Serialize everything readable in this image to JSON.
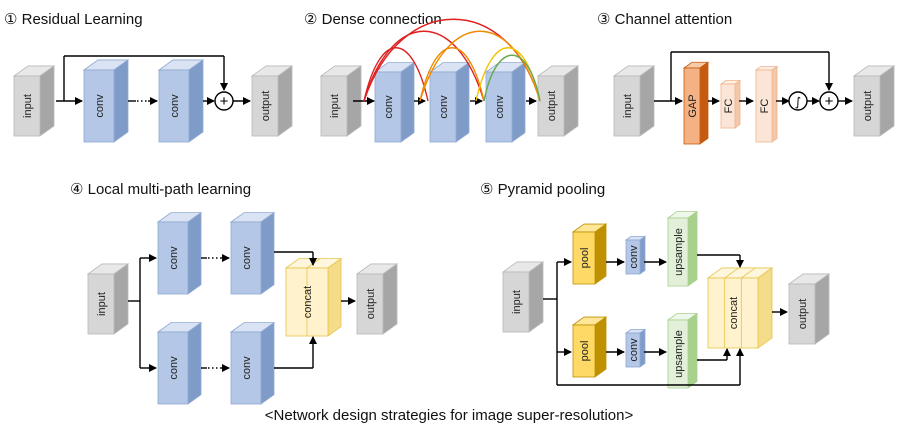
{
  "caption": "<Network design strategies for image super-resolution>",
  "panels": {
    "residual": {
      "title": "① Residual Learning",
      "labels": [
        "input",
        "conv",
        "conv",
        "output"
      ]
    },
    "dense": {
      "title": "② Dense connection",
      "labels": [
        "input",
        "conv",
        "conv",
        "conv",
        "output"
      ]
    },
    "channel": {
      "title": "③ Channel attention",
      "labels": [
        "input",
        "GAP",
        "FC",
        "FC",
        "output"
      ]
    },
    "multipath": {
      "title": "④ Local multi-path learning",
      "labels": [
        "input",
        "conv",
        "conv",
        "conv",
        "conv",
        "concat",
        "output"
      ]
    },
    "pyramid": {
      "title": "⑤ Pyramid pooling",
      "labels": [
        "input",
        "pool",
        "conv",
        "upsample",
        "pool",
        "conv",
        "upsample",
        "concat",
        "output"
      ]
    }
  },
  "symbols": {
    "plus": "+",
    "sigmoid": "∫"
  },
  "colors": {
    "gray_front": "#d6d6d6",
    "gray_top": "#e8e8e8",
    "gray_side": "#a6a6a6",
    "blue_front": "#b4c7e7",
    "blue_top": "#d9e3f3",
    "blue_side": "#7f9cc8",
    "orange_front": "#f4b183",
    "orange_side": "#c55a11",
    "peach_front": "#fbe5d6",
    "yellow_front": "#fff2cc",
    "yellow_border": "#e6c44a",
    "gold_front": "#ffd966",
    "gold_side": "#bf9000",
    "green_front": "#e2f0d9",
    "green_side": "#a9d18e",
    "dense_red": "#e02020",
    "dense_orange": "#f08a00",
    "dense_yellow": "#f2c200",
    "dense_green": "#6aa84f"
  }
}
